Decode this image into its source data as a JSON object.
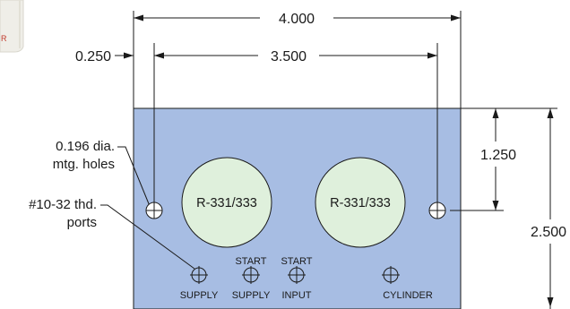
{
  "colors": {
    "panel_fill": "#a7bde3",
    "valve_fill": "#dff0dc",
    "line": "#1a1a1a",
    "photo_fill": "#efeee8",
    "photo_mark": "#c0392b"
  },
  "dimensions": {
    "overall_width": "4.000",
    "hole_spacing": "3.500",
    "hole_edge_offset": "0.250",
    "hole_height": "1.250",
    "overall_height": "2.500"
  },
  "callouts": {
    "mounting_holes": [
      "0.196 dia.",
      "mtg. holes"
    ],
    "ports": [
      "#10-32 thd.",
      "ports"
    ]
  },
  "valves": {
    "left_label": "R-331/333",
    "right_label": "R-331/333"
  },
  "ports": {
    "supply": {
      "label": "SUPPLY"
    },
    "start_supply": {
      "top_label": "START",
      "bottom_label": "SUPPLY"
    },
    "start_input": {
      "top_label": "START",
      "bottom_label": "INPUT"
    },
    "cylinder": {
      "label": "CYLINDER"
    }
  },
  "photo_fragment": {
    "mark_text": "R"
  }
}
